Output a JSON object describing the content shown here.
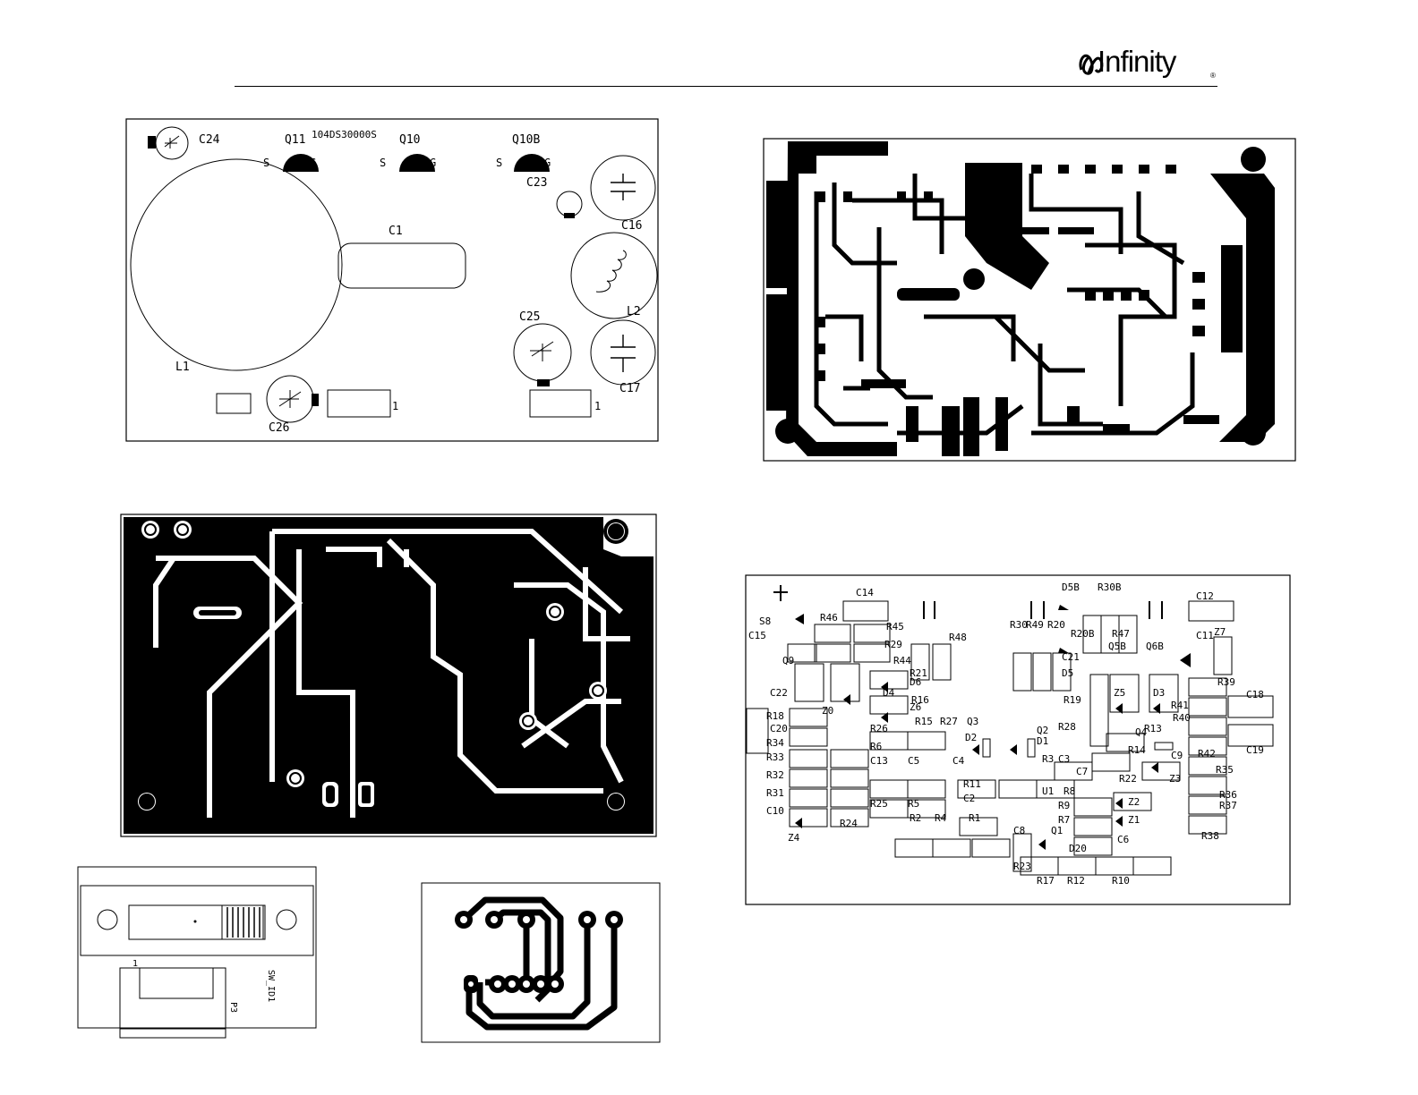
{
  "brand": {
    "name": "Infinity",
    "registered": "®",
    "logo_icon": "infinity-wave-logo-icon"
  },
  "amp_silk": {
    "board_label": "104DS30000S",
    "components": [
      "C24",
      "Q11",
      "Q10",
      "Q10B",
      "C23",
      "C16",
      "C1",
      "L2",
      "C25",
      "C17",
      "L1",
      "C26"
    ],
    "pins": {
      "g": "G",
      "s": "S",
      "one": "1"
    }
  },
  "amp_copper": {
    "fill_color": "#000000"
  },
  "ctrl_copper": {
    "fill_color": "#000000"
  },
  "switch_board": {
    "labels": [
      "1",
      "SW_ID1",
      "P3"
    ]
  },
  "ctrl_silk": {
    "components": [
      "C14",
      "R46",
      "S8",
      "C15",
      "R45",
      "R29",
      "R44",
      "Q9",
      "R21",
      "D6",
      "D4",
      "R16",
      "Z6",
      "C22",
      "R18",
      "Z0",
      "R26",
      "R15",
      "R27",
      "C20",
      "R34",
      "R6",
      "C13",
      "C5",
      "C4",
      "R33",
      "R32",
      "R31",
      "C10",
      "R25",
      "R5",
      "R4",
      "R2",
      "R1",
      "R24",
      "Z4",
      "R11",
      "C2",
      "C8",
      "Q3",
      "D2",
      "Q2",
      "D1",
      "R28",
      "R3",
      "C3",
      "C7",
      "U1",
      "R8",
      "R9",
      "R7",
      "Q1",
      "D20",
      "R23",
      "R17",
      "R12",
      "R10",
      "R22",
      "Z2",
      "Z1",
      "C6",
      "D5B",
      "R30B",
      "R30",
      "R49",
      "R20",
      "R20B",
      "R47",
      "C21",
      "D5",
      "R19",
      "Q5B",
      "Q6B",
      "Z5",
      "D3",
      "R13",
      "R14",
      "Q4",
      "C9",
      "R41",
      "R40",
      "C12",
      "C11",
      "Z7",
      "R39",
      "C18",
      "C19",
      "R42",
      "R35",
      "Z3",
      "R36",
      "R37",
      "R38",
      "R48"
    ]
  }
}
